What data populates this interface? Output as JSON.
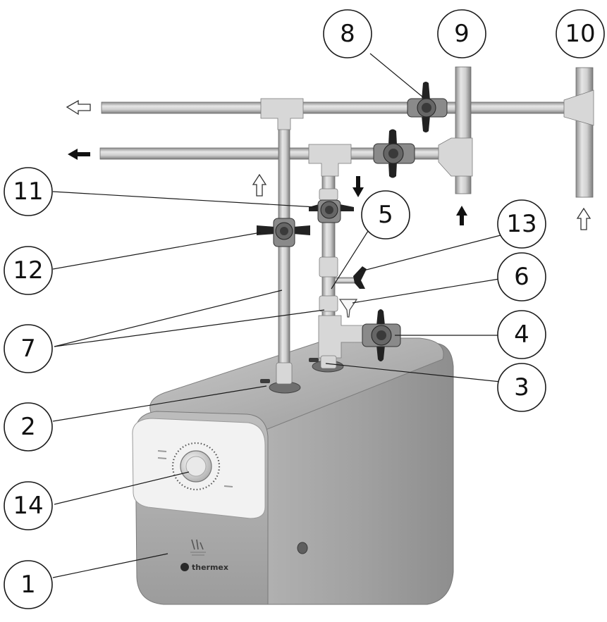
{
  "callouts": [
    {
      "id": "1",
      "label": "1"
    },
    {
      "id": "2",
      "label": "2"
    },
    {
      "id": "3",
      "label": "3"
    },
    {
      "id": "4",
      "label": "4"
    },
    {
      "id": "5",
      "label": "5"
    },
    {
      "id": "6",
      "label": "6"
    },
    {
      "id": "7",
      "label": "7"
    },
    {
      "id": "8",
      "label": "8"
    },
    {
      "id": "9",
      "label": "9"
    },
    {
      "id": "10",
      "label": "10"
    },
    {
      "id": "11",
      "label": "11"
    },
    {
      "id": "12",
      "label": "12"
    },
    {
      "id": "13",
      "label": "13"
    },
    {
      "id": "14",
      "label": "14"
    }
  ],
  "heater": {
    "brand": "thermex",
    "body_color": "#a9a9a9",
    "front_color": "#b9b9b9",
    "panel_color": "#f2f2f2"
  },
  "flow_arrows": [
    {
      "name": "hot-out-arrow",
      "style": "hollow"
    },
    {
      "name": "cold-out-arrow",
      "style": "filled"
    },
    {
      "name": "up-arrow-left",
      "style": "hollow"
    },
    {
      "name": "down-arrow-center",
      "style": "filled"
    },
    {
      "name": "up-arrow-9",
      "style": "filled"
    },
    {
      "name": "up-arrow-10",
      "style": "hollow"
    }
  ]
}
